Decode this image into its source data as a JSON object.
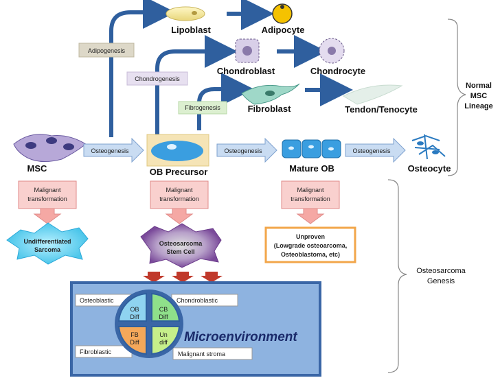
{
  "cells": {
    "lipoblast": "Lipoblast",
    "adipocyte": "Adipocyte",
    "chondroblast": "Chondroblast",
    "chondrocyte": "Chondrocyte",
    "fibroblast": "Fibroblast",
    "tenocyte": "Tendon/Tenocyte",
    "msc": "MSC",
    "ob_precursor": "OB Precursor",
    "mature_ob": "Mature OB",
    "osteocyte": "Osteocyte"
  },
  "processes": {
    "adipogenesis": "Adipogenesis",
    "chondrogenesis": "Chondrogenesis",
    "fibrogenesis": "Fibrogenesis",
    "osteogenesis": "Osteogenesis"
  },
  "malignant": {
    "line1": "Malignant",
    "line2": "transformation"
  },
  "outcomes": {
    "undiff_line1": "Undifferentiated",
    "undiff_line2": "Sarcoma",
    "stem_line1": "Osteosarcoma",
    "stem_line2": "Stem Cell",
    "unproven_line1": "Unproven",
    "unproven_line2": "(Lowgrade osteoarcoma,",
    "unproven_line3": "Osteoblastoma, etc)"
  },
  "lineage": {
    "normal_line1": "Normal",
    "normal_line2": "MSC",
    "normal_line3": "Lineage",
    "genesis_line1": "Osteosarcoma",
    "genesis_line2": "Genesis"
  },
  "micro": {
    "title": "Microenvironment",
    "osteoblastic": "Osteoblastic",
    "chondroblastic": "Chondroblastic",
    "fibroblastic": "Fibroblastic",
    "stroma": "Malignant stroma",
    "q_ob_1": "OB",
    "q_ob_2": "Diff",
    "q_cb_1": "CB",
    "q_cb_2": "Diff",
    "q_fb_1": "FB",
    "q_fb_2": "Diff",
    "q_un_1": "Un",
    "q_un_2": "diff"
  },
  "colors": {
    "arrow_blue": "#2f5f9e",
    "process_box": "#d9e6f5",
    "malignant_box": "#f9d0ce",
    "micro_bg": "#8eb3e0",
    "micro_border": "#3a66a6",
    "q_ob": "#8fd3f0",
    "q_cb": "#8fe08a",
    "q_fb": "#f5a85a",
    "q_un": "#c6ef8a"
  }
}
